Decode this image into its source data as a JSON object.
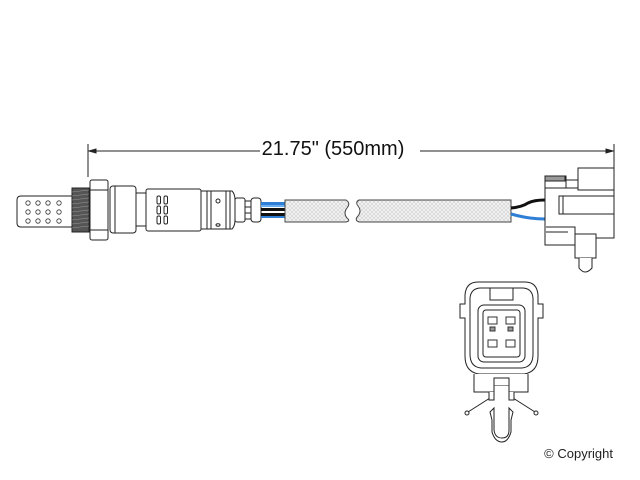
{
  "diagram": {
    "subject": "Oxygen sensor with wire harness and 4-pin connector",
    "dimension": {
      "label": "21.75\" (550mm)",
      "inches": 21.75,
      "millimeters": 550
    },
    "parts": [
      {
        "name": "sensor-tip",
        "description": "perforated protective shield, 3 rows x 4 holes"
      },
      {
        "name": "threaded-section"
      },
      {
        "name": "hex-nut"
      },
      {
        "name": "sensor-body"
      },
      {
        "name": "wires",
        "colors": [
          "#2f7fd6",
          "#111111",
          "#111111",
          "#2f7fd6"
        ]
      },
      {
        "name": "braided-sheath",
        "broken": true
      },
      {
        "name": "connector-side-view"
      },
      {
        "name": "connector-face-view",
        "pins": 4
      }
    ],
    "colors": {
      "line": "#222222",
      "wire_blue": "#2f7fd6",
      "wire_black": "#111111",
      "sheath_fill": "#f1f1f1",
      "thread_fill": "#555555"
    }
  },
  "footer": {
    "copyright": "© Copyright"
  }
}
